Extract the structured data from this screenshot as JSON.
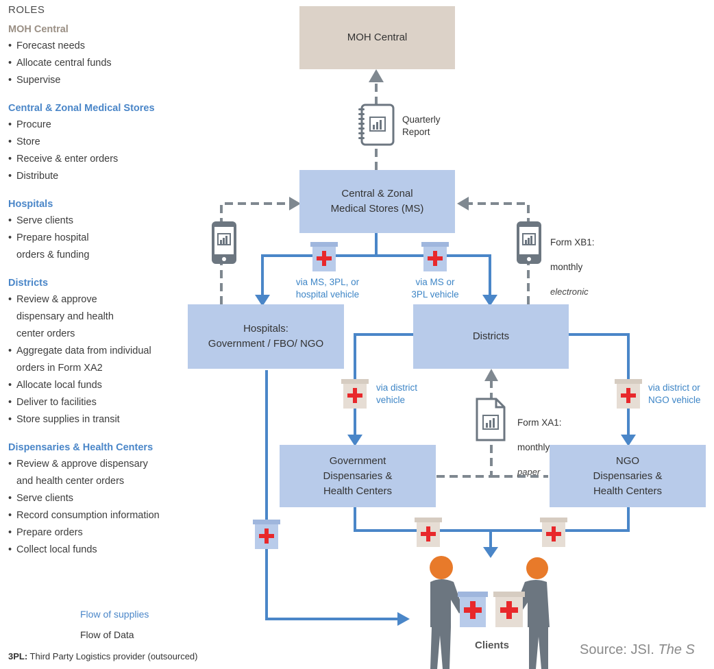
{
  "roles": {
    "title": "ROLES",
    "groups": [
      {
        "heading": "MOH Central",
        "color": "#9a8f84",
        "items": [
          "Forecast needs",
          "Allocate central funds",
          "Supervise"
        ]
      },
      {
        "heading": "Central & Zonal Medical Stores",
        "color": "#4a86c8",
        "items": [
          "Procure",
          "Store",
          "Receive & enter orders",
          "Distribute"
        ]
      },
      {
        "heading": "Hospitals",
        "color": "#4a86c8",
        "items": [
          "Serve clients",
          "Prepare hospital\norders & funding"
        ]
      },
      {
        "heading": "Districts",
        "color": "#4a86c8",
        "items": [
          "Review & approve\ndispensary and health\ncenter orders",
          "Aggregate data from individual\norders in Form XA2",
          "Allocate local funds",
          "Deliver to facilities",
          "Store supplies in transit"
        ]
      },
      {
        "heading": "Dispensaries & Health Centers",
        "color": "#4a86c8",
        "items": [
          "Review & approve dispensary\nand health center orders",
          "Serve clients",
          "Record consumption information",
          "Prepare orders",
          "Collect local funds"
        ]
      }
    ]
  },
  "legend": {
    "supplies": "Flow of supplies",
    "data": "Flow of Data"
  },
  "footnote": {
    "term": "3PL:",
    "text": " Third Party Logistics provider (outsourced)"
  },
  "nodes": {
    "moh": "MOH Central",
    "ms": "Central & Zonal\nMedical Stores (MS)",
    "hospitals": "Hospitals:\nGovernment / FBO/ NGO",
    "districts": "Districts",
    "gov_disp": "Government\nDispensaries &\nHealth Centers",
    "ngo_disp": "NGO\nDispensaries &\nHealth Centers"
  },
  "labels": {
    "quarterly_report": "Quarterly\nReport",
    "via_ms_3pl_hospital": "via MS, 3PL, or\nhospital vehicle",
    "via_ms_3pl": "via MS or\n3PL vehicle",
    "via_district": "via district\nvehicle",
    "via_district_ngo": "via district or\nNGO vehicle",
    "form_xb1_title": "Form XB1:",
    "form_xb1_freq": "monthly",
    "form_xb1_mode": "electronic",
    "form_xa1_title": "Form XA1:",
    "form_xa1_freq": "monthly",
    "form_xa1_mode": "paper",
    "clients": "Clients",
    "source_prefix": "Source: JSI. ",
    "source_italic": "The S"
  },
  "colors": {
    "supply_flow": "#4a86c8",
    "data_flow": "#7f8890",
    "node_blue": "#b8cbea",
    "node_moh": "#dcd2c8",
    "box_blue": "#b8cbea",
    "box_beige": "#e6ddd4",
    "cross_red": "#e8282b",
    "person_orange": "#e87a2a",
    "person_grey": "#6c7680"
  }
}
